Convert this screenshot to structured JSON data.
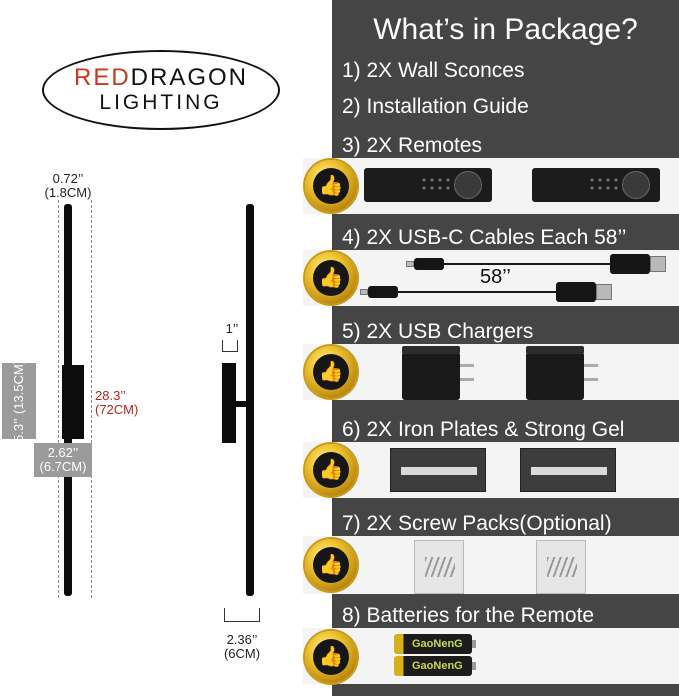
{
  "brand": {
    "part1": "RED",
    "part2": "DRAGON",
    "line2": "LIGHTING"
  },
  "dimensions": {
    "rod_width": [
      "0.72’’",
      "(1.8CM)"
    ],
    "total_length": [
      "28.3’’",
      "(72CM)"
    ],
    "base_height": [
      "5.3’’",
      "(13.5CM)"
    ],
    "base_width": [
      "2.62’’",
      "(6.7CM)"
    ],
    "side_gap": "1’’",
    "side_depth": [
      "2.36’’",
      "(6CM)"
    ]
  },
  "package": {
    "title": "What’s in Package?",
    "items": [
      {
        "label": "1) 2X Wall Sconces"
      },
      {
        "label": "2) Installation Guide"
      },
      {
        "label": "3) 2X Remotes"
      },
      {
        "label": "4) 2X USB-C Cables Each 58’’",
        "cable_length_label": "58’’"
      },
      {
        "label": "5) 2X USB Chargers"
      },
      {
        "label": "6) 2X Iron Plates & Strong Gel"
      },
      {
        "label": "7) 2X Screw Packs(Optional)"
      },
      {
        "label": "8) Batteries for the Remote",
        "battery_brand": "GaoNenG"
      }
    ]
  },
  "colors": {
    "panel": "#454545",
    "brand_red": "#c8361c",
    "dim_red": "#b3261e",
    "badge_gold": "#f0c531"
  },
  "icons": {
    "badge": "thumbs-up-icon",
    "badge_glyph": "👍"
  }
}
